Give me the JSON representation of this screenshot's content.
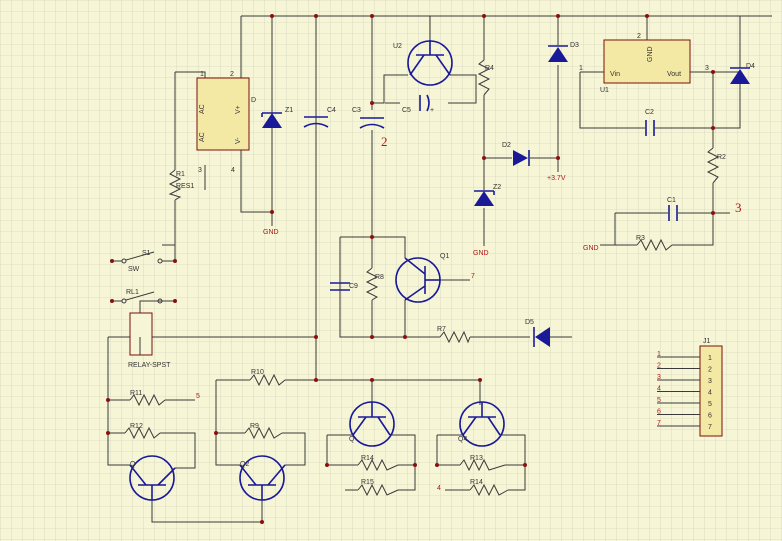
{
  "labels": {
    "relay_label": "RELAY-SPST",
    "bridge_ac_top": "AC",
    "bridge_ac_bottom": "AC",
    "bridge_vplus": "V+",
    "bridge_vminus": "V-",
    "bridge_pin1": "1",
    "bridge_pin2": "2",
    "bridge_pin3": "3",
    "bridge_pin4": "4",
    "bridge_ref": "D",
    "z1": "Z1",
    "c4": "C4",
    "c3": "C3",
    "u2": "U2",
    "c5": "C5",
    "c5_plus": "+",
    "r4": "R4",
    "d3": "D3",
    "d2": "D2",
    "plus3v": "+3.7V",
    "z2": "Z2",
    "gnd_left": "GND",
    "gnd_mid": "GND",
    "gnd_right": "GND",
    "u1": "U1",
    "u1_gnd": "GND",
    "u1_vin": "Vin",
    "u1_vout": "Vout",
    "u1_pin1": "1",
    "u1_pin2": "2",
    "u1_pin3": "3",
    "d4": "D4",
    "c2": "C2",
    "r2": "R2",
    "c1": "C1",
    "r3": "R3",
    "net_3": "3",
    "net_2": "2",
    "r1": "R1",
    "r1_val": "RES1",
    "s1": "S1",
    "sw": "SW",
    "rl1": "RL1",
    "c9": "C9",
    "r8": "R8",
    "q1": "Q1",
    "q1_net": "7",
    "r7": "R7",
    "d5": "D5",
    "r10": "R10",
    "r11": "R11",
    "r11_net": "5",
    "r12": "R12",
    "r9": "R9",
    "q2": "Q2",
    "q3_left": "Q",
    "q_right": "Q",
    "r14_a": "R14",
    "r15": "R15",
    "q5": "Q",
    "q4": "Q4",
    "r13": "R13",
    "r14_b": "R14",
    "net_4": "4",
    "j1": "J1"
  },
  "connector_pins": [
    "1",
    "2",
    "3",
    "4",
    "5",
    "6",
    "7"
  ],
  "colors": {
    "background": "#f6f5d6",
    "grid": "#c9c9b4",
    "component": "#1a1a99",
    "wire": "#3a3a3a",
    "net_label": "#b01818",
    "junction": "#8a1010"
  }
}
